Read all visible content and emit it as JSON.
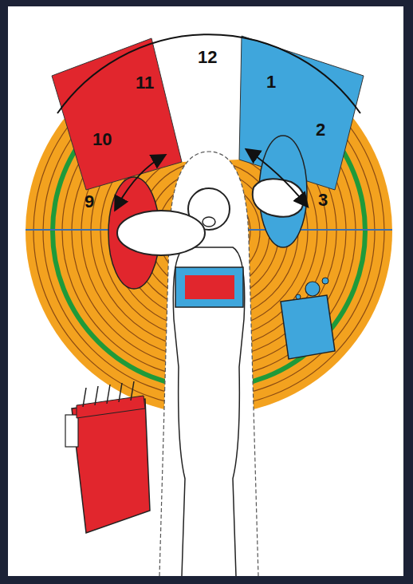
{
  "diagram": {
    "labels": [
      "12",
      "1",
      "2",
      "3",
      "11",
      "10",
      "9"
    ]
  }
}
